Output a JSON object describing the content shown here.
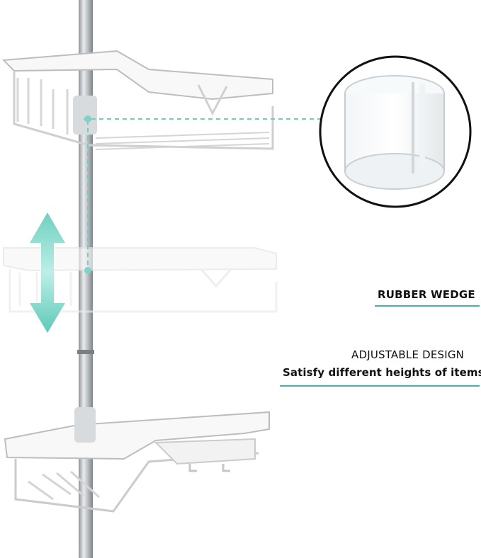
{
  "rubber_wedge": {
    "label": "RUBBER WEDGE"
  },
  "adjustable": {
    "title": "ADJUSTABLE DESIGN",
    "subtitle": "Satisfy different heights of items"
  },
  "colors": {
    "accent": "#45b3a5",
    "arrow": "#7fd3c6",
    "pole": "#b8bcc2",
    "shelf": "#f4f4f4",
    "shelf_outline": "#c9c9c9"
  },
  "icons": {
    "adjust_arrow": "double-arrow-vertical-icon"
  }
}
